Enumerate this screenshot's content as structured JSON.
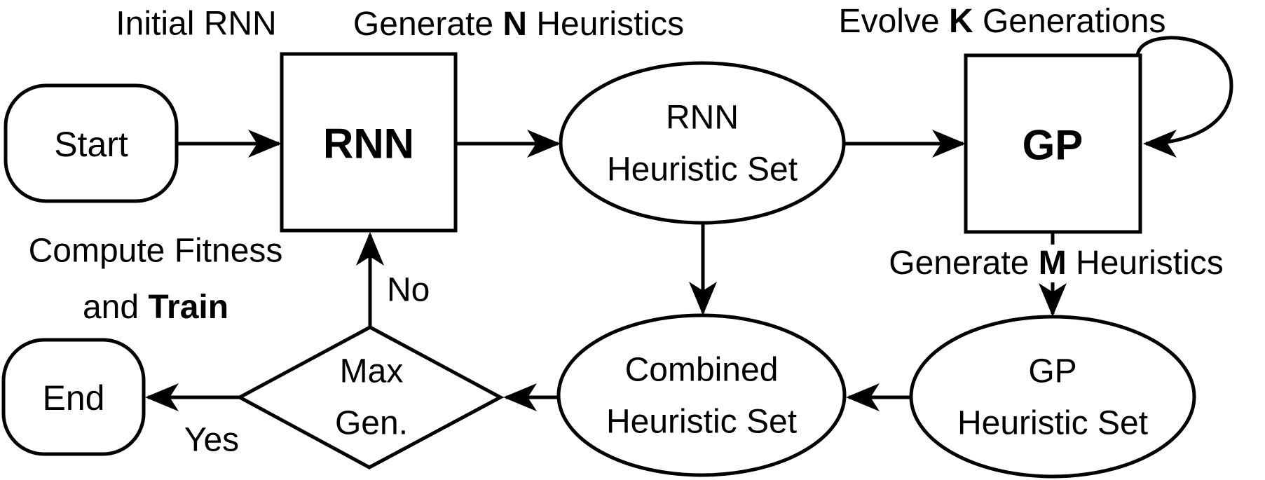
{
  "diagram": {
    "title": "RNN-GP heuristic generation flowchart",
    "colors": {
      "stroke": "#000000",
      "fill": "#ffffff",
      "text": "#000000"
    },
    "nodes": {
      "start": {
        "label": "Start",
        "shape": "stadium"
      },
      "rnn": {
        "label": "RNN",
        "shape": "rect"
      },
      "rnn_heuristic_set": {
        "line1": "RNN",
        "line2": "Heuristic Set",
        "shape": "ellipse"
      },
      "gp": {
        "label": "GP",
        "shape": "rect"
      },
      "gp_heuristic_set": {
        "line1": "GP",
        "line2": "Heuristic Set",
        "shape": "ellipse"
      },
      "combined_heuristic_set": {
        "line1": "Combined",
        "line2": "Heuristic Set",
        "shape": "ellipse"
      },
      "max_gen": {
        "line1": "Max",
        "line2": "Gen.",
        "shape": "diamond"
      },
      "end": {
        "label": "End",
        "shape": "stadium"
      }
    },
    "labels": {
      "initial_rnn": {
        "text": "Initial RNN"
      },
      "generate_n": {
        "pre": "Generate ",
        "bold": "N",
        "post": " Heuristics"
      },
      "evolve_k": {
        "pre": "Evolve ",
        "bold": "K",
        "post": " Generations"
      },
      "generate_m": {
        "pre": "Generate ",
        "bold": "M",
        "post": " Heuristics"
      },
      "compute_fitness": {
        "line1": "Compute Fitness",
        "line2_pre": "and ",
        "line2_bold": "Train"
      },
      "no": {
        "text": "No"
      },
      "yes": {
        "text": "Yes"
      }
    }
  }
}
